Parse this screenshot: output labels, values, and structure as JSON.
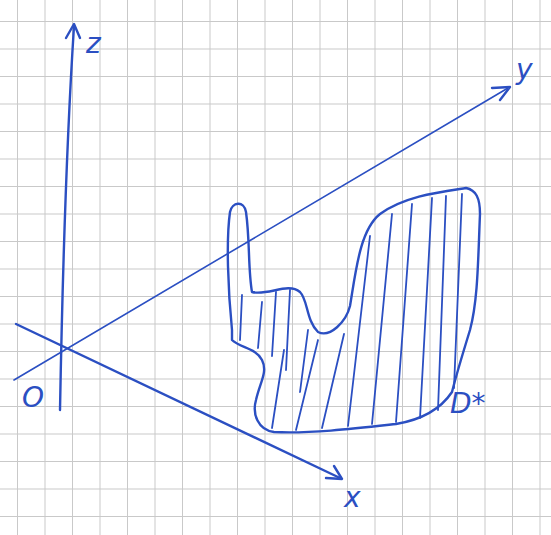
{
  "diagram": {
    "labels": [
      "z",
      "y",
      "x",
      "O",
      "D*"
    ]
  }
}
